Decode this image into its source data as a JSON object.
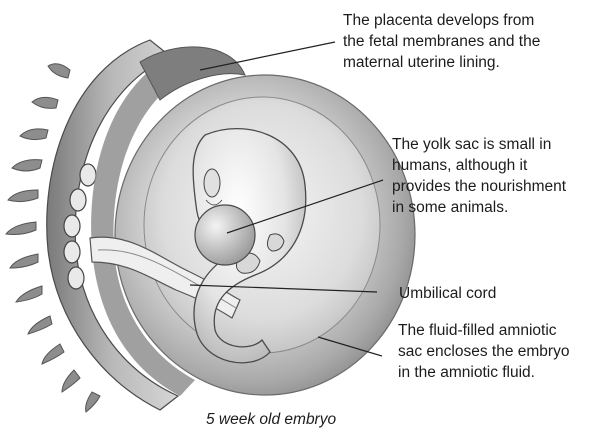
{
  "labels": {
    "placenta": {
      "lines": [
        "The placenta develops from",
        "the fetal membranes and the",
        "maternal uterine lining."
      ]
    },
    "yolk_sac": {
      "lines": [
        "The yolk sac is small in",
        "humans, although it",
        "provides the nourishment",
        "in some animals."
      ]
    },
    "umbilical_cord": {
      "lines": [
        "Umbilical cord"
      ]
    },
    "amniotic_sac": {
      "lines": [
        "The fluid-filled amniotic",
        "sac encloses the embryo",
        "in the amniotic fluid."
      ]
    }
  },
  "caption": "5 week old embryo"
}
